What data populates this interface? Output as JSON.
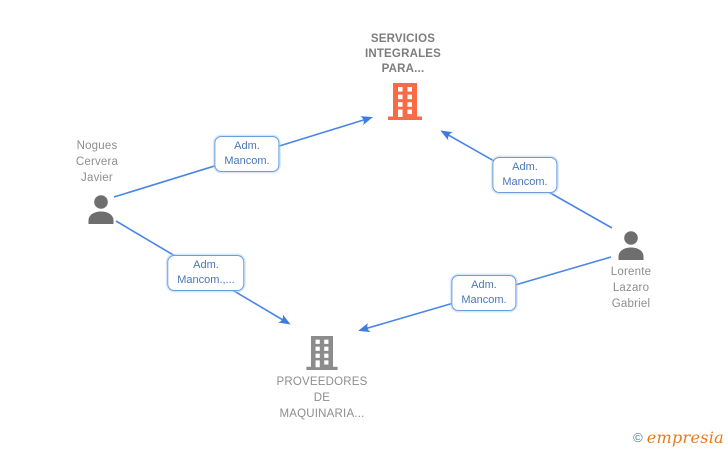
{
  "diagram": {
    "nodes": {
      "top_company": {
        "type": "company",
        "name_lines": [
          "SERVICIOS",
          "INTEGRALES",
          "PARA..."
        ],
        "icon": "building-icon",
        "icon_color": "#f96a45"
      },
      "left_person": {
        "type": "person",
        "name_lines": [
          "Nogues",
          "Cervera",
          "Javier"
        ],
        "icon": "person-icon",
        "icon_color": "#6e6e6e"
      },
      "right_person": {
        "type": "person",
        "name_lines": [
          "Lorente",
          "Lazaro",
          "Gabriel"
        ],
        "icon": "person-icon",
        "icon_color": "#6e6e6e"
      },
      "bottom_company": {
        "type": "company",
        "name_lines": [
          "PROVEEDORES",
          "DE",
          "MAQUINARIA..."
        ],
        "icon": "building-icon",
        "icon_color": "#8c8c8c"
      }
    },
    "edges": [
      {
        "from": "left_person",
        "to": "top_company",
        "label_lines": [
          "Adm.",
          "Mancom."
        ]
      },
      {
        "from": "right_person",
        "to": "top_company",
        "label_lines": [
          "Adm.",
          "Mancom."
        ]
      },
      {
        "from": "left_person",
        "to": "bottom_company",
        "label_lines": [
          "Adm.",
          "Mancom.,..."
        ]
      },
      {
        "from": "right_person",
        "to": "bottom_company",
        "label_lines": [
          "Adm.",
          "Mancom."
        ]
      }
    ],
    "colors": {
      "edge_blue": "#4a86e8",
      "label_border_blue": "#6b9ed9",
      "label_text_blue": "#4977b8",
      "node_text_gray": "#8e8e8e",
      "company_accent_orange": "#f96a45",
      "icon_gray": "#6e6e6e"
    }
  },
  "footer": {
    "copyright_symbol": "©",
    "brand": "empresia"
  }
}
